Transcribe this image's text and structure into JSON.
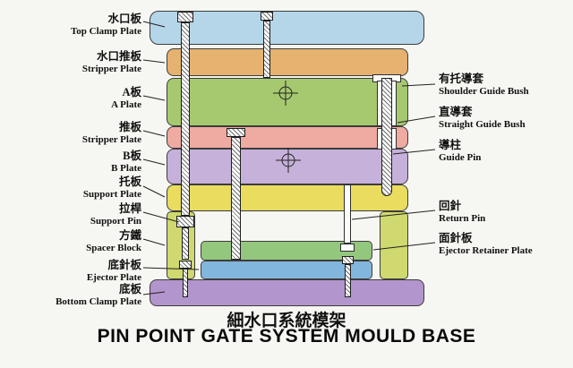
{
  "diagram_title": {
    "zh": "細水口系統模架",
    "en": "PIN POINT GATE SYSTEM MOULD BASE"
  },
  "left_labels": [
    {
      "zh": "水口板",
      "en": "Top Clamp Plate"
    },
    {
      "zh": "水口推板",
      "en": "Stripper Plate"
    },
    {
      "zh": "A板",
      "en": "A Plate"
    },
    {
      "zh": "推板",
      "en": "Stripper Plate"
    },
    {
      "zh": "B板",
      "en": "B Plate"
    },
    {
      "zh": "托板",
      "en": "Support Plate"
    },
    {
      "zh": "拉桿",
      "en": "Support Pin"
    },
    {
      "zh": "方鐵",
      "en": "Spacer Block"
    },
    {
      "zh": "底針板",
      "en": "Ejector Plate"
    },
    {
      "zh": "底板",
      "en": "Bottom Clamp Plate"
    }
  ],
  "right_labels": [
    {
      "zh": "有托導套",
      "en": "Shoulder Guide Bush"
    },
    {
      "zh": "直導套",
      "en": "Straight Guide Bush"
    },
    {
      "zh": "導柱",
      "en": "Guide Pin"
    },
    {
      "zh": "回針",
      "en": "Return Pin"
    },
    {
      "zh": "面針板",
      "en": "Ejector Retainer Plate"
    }
  ],
  "colors": {
    "top_clamp_plate": "#b5d6e9",
    "stripper_plate_top": "#e5b26f",
    "a_plate": "#a6c96f",
    "stripper_plate_mid": "#efaaa2",
    "b_plate": "#c6b1da",
    "support_plate": "#e9dc5f",
    "spacer_block": "#cfd96f",
    "ejector_retainer_plate": "#93c77d",
    "ejector_plate": "#82b6dc",
    "bottom_clamp_plate": "#b295cd"
  }
}
